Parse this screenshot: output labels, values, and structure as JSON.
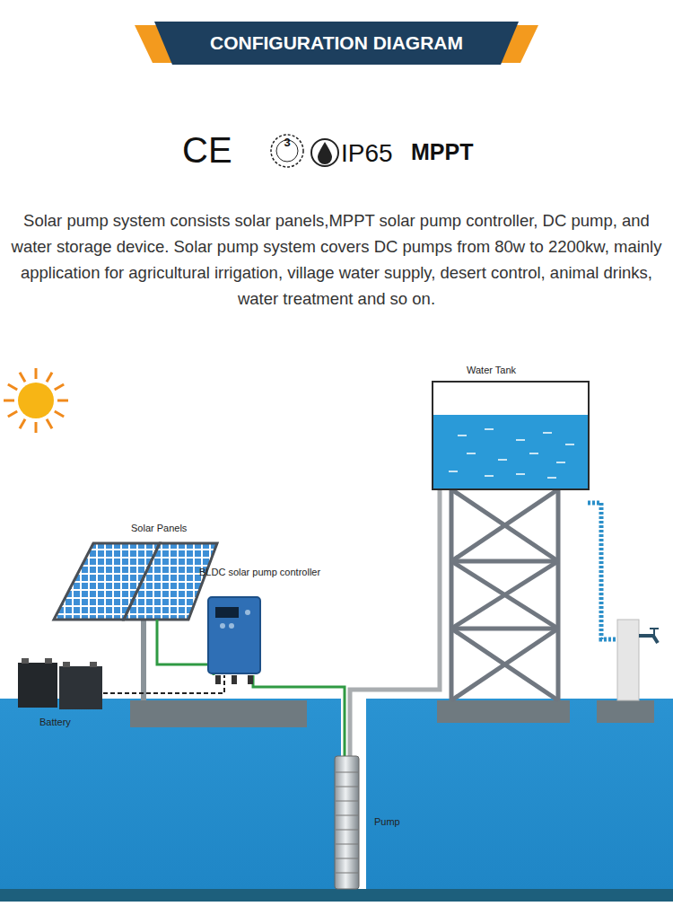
{
  "diagram": {
    "title": "CONFIGURATION DIAGRAM",
    "labels": [
      "CE",
      "3",
      "IP65",
      "MPPT",
      "Solar pump system consists solar panels,MPPT solar pump controller, DC pump, and water storage device. Solar pump system covers DC pumps from 80w to 2200kw, mainly application for agricultural irrigation, village water supply, desert control, animal drinks, water treatment and so on.",
      "Water Tank",
      "Solar Panels",
      "BLDC solar pump controller",
      "Battery",
      "Pump"
    ]
  }
}
